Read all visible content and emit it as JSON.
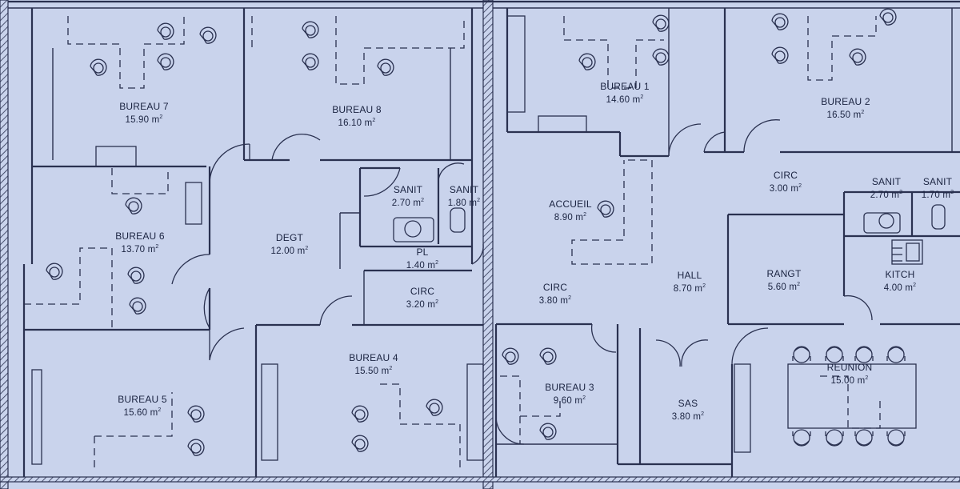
{
  "rooms": [
    {
      "id": "bureau7",
      "name": "BUREAU 7",
      "area": "15.90 m",
      "unit_sup": "2"
    },
    {
      "id": "bureau8",
      "name": "BUREAU 8",
      "area": "16.10 m",
      "unit_sup": "2"
    },
    {
      "id": "bureau1",
      "name": "BUREAU 1",
      "area": "14.60 m",
      "unit_sup": "2"
    },
    {
      "id": "bureau2",
      "name": "BUREAU 2",
      "area": "16.50 m",
      "unit_sup": "2"
    },
    {
      "id": "circ_top",
      "name": "CIRC",
      "area": "3.00 m",
      "unit_sup": "2"
    },
    {
      "id": "sanit_a",
      "name": "SANIT",
      "area": "2.70 m",
      "unit_sup": "2"
    },
    {
      "id": "sanit_b",
      "name": "SANIT",
      "area": "1.80 m",
      "unit_sup": "2"
    },
    {
      "id": "sanit_c",
      "name": "SANIT",
      "area": "2.70 m",
      "unit_sup": "2"
    },
    {
      "id": "sanit_d",
      "name": "SANIT",
      "area": "1.70 m",
      "unit_sup": "2"
    },
    {
      "id": "bureau6",
      "name": "BUREAU 6",
      "area": "13.70 m",
      "unit_sup": "2"
    },
    {
      "id": "degt",
      "name": "DEGT",
      "area": "12.00 m",
      "unit_sup": "2"
    },
    {
      "id": "pl",
      "name": "PL",
      "area": "1.40 m",
      "unit_sup": "2"
    },
    {
      "id": "accueil",
      "name": "ACCUEIL",
      "area": "8.90 m",
      "unit_sup": "2"
    },
    {
      "id": "rangt",
      "name": "RANGT",
      "area": "5.60 m",
      "unit_sup": "2"
    },
    {
      "id": "kitch",
      "name": "KITCH",
      "area": "4.00 m",
      "unit_sup": "2"
    },
    {
      "id": "circ_mid",
      "name": "CIRC",
      "area": "3.20 m",
      "unit_sup": "2"
    },
    {
      "id": "circ_left",
      "name": "CIRC",
      "area": "3.80 m",
      "unit_sup": "2"
    },
    {
      "id": "hall",
      "name": "HALL",
      "area": "8.70 m",
      "unit_sup": "2"
    },
    {
      "id": "bureau4",
      "name": "BUREAU 4",
      "area": "15.50 m",
      "unit_sup": "2"
    },
    {
      "id": "bureau5",
      "name": "BUREAU 5",
      "area": "15.60 m",
      "unit_sup": "2"
    },
    {
      "id": "bureau3",
      "name": "BUREAU 3",
      "area": "9.60 m",
      "unit_sup": "2"
    },
    {
      "id": "sas",
      "name": "SAS",
      "area": "3.80 m",
      "unit_sup": "2"
    },
    {
      "id": "reunion",
      "name": "REUNION",
      "area": "15.00 m",
      "unit_sup": "2"
    }
  ]
}
